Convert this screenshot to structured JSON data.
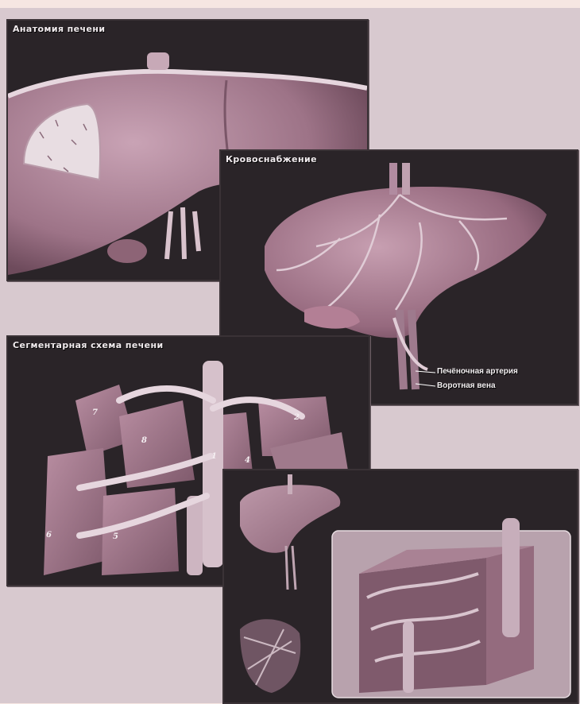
{
  "panels": {
    "anatomy": {
      "title": "Анатомия печени"
    },
    "blood_supply": {
      "title": "Кровоснабжение",
      "labels": {
        "hepatic_artery": "Печёночная артерия",
        "portal_vein": "Воротная вена"
      }
    },
    "segments": {
      "title": "Сегментарная схема печени",
      "numbers": [
        "7",
        "8",
        "1",
        "2",
        "4",
        "6",
        "5"
      ]
    },
    "lobule": {
      "title": ""
    }
  },
  "colors": {
    "panel_bg": "#2a2428",
    "organ": "#b98ea2",
    "organ_dark": "#8e6578",
    "vessel": "#dcc4cf",
    "page_bg": "#d8c9cf"
  }
}
